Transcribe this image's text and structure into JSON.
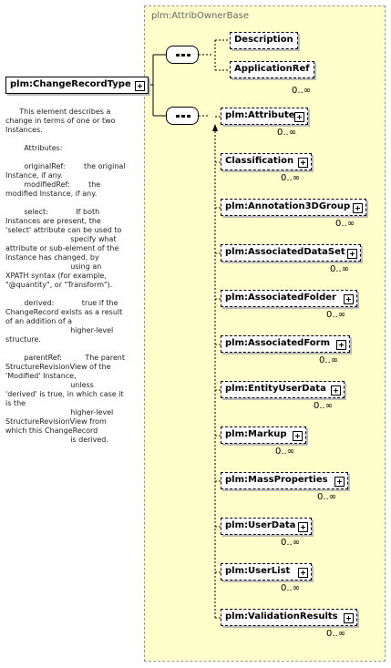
{
  "root": {
    "name": "plm:ChangeRecordType"
  },
  "group": {
    "title": "plm:AttribOwnerBase"
  },
  "top_choice": [
    {
      "name": "Description"
    },
    {
      "name": "ApplicationRef"
    }
  ],
  "top_choice_card": "0..∞",
  "attributes": [
    {
      "name": "plm:Attribute",
      "card": "0..∞"
    },
    {
      "name": "Classification",
      "card": "0..∞"
    },
    {
      "name": "plm:Annotation3DGroup",
      "card": "0..∞"
    },
    {
      "name": "plm:AssociatedDataSet",
      "card": "0..∞"
    },
    {
      "name": "plm:AssociatedFolder",
      "card": "0..∞"
    },
    {
      "name": "plm:AssociatedForm",
      "card": "0..∞"
    },
    {
      "name": "plm:EntityUserData",
      "card": "0..∞"
    },
    {
      "name": "plm:Markup",
      "card": "0..∞"
    },
    {
      "name": "plm:MassProperties",
      "card": "0..∞"
    },
    {
      "name": "plm:UserData",
      "card": "0..∞"
    },
    {
      "name": "plm:UserList",
      "card": "0..∞"
    },
    {
      "name": "plm:ValidationResults",
      "card": "0..∞"
    }
  ],
  "documentation": [
    "      This element describes a change in terms of one or two Instances.",
    "        Attributes:",
    "        originalRef:        the original Instance, if any.\n        modifiedRef:        the modified Instance, if any.",
    "        select:            If both Instances are present, the 'select' attribute can be used to\n                            specify what attribute or sub-element of the Instance has changed, by\n                            using an XPATH syntax (for example, \"@quantity\", or \"Transform\").",
    "        derived:            true if the ChangeRecord exists as a result of an addition of a\n                            higher-level structure.",
    "        parentRef:          The parent StructureRevisionView of the 'Modified' Instance,\n                            unless 'derived' is true, in which case it is the\n                            higher-level StructureRevisionView from which this ChangeRecord\n                            is derived."
  ]
}
